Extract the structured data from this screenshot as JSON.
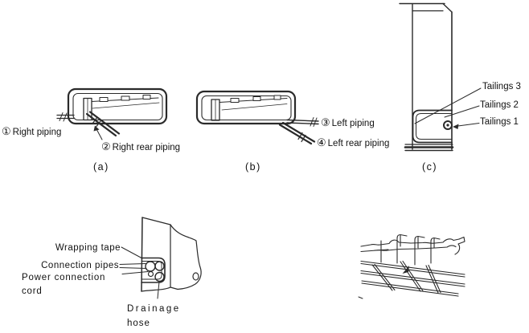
{
  "page": {
    "background": "#ffffff",
    "line_color": "#2a2a2a",
    "text_color": "#111111"
  },
  "figure_a": {
    "caption": "(a)",
    "piping_label": {
      "num": "①",
      "text": "Right piping"
    },
    "rear_piping_label": {
      "num": "②",
      "text": "Right rear piping"
    }
  },
  "figure_b": {
    "caption": "(b)",
    "piping_label": {
      "num": "③",
      "text": "Left piping"
    },
    "rear_piping_label": {
      "num": "④",
      "text": "Left rear piping"
    }
  },
  "figure_c": {
    "caption": "(c)",
    "tailings_labels": [
      {
        "text": "Tailings 3"
      },
      {
        "text": "Tailings 2"
      },
      {
        "text": "Tailings 1"
      }
    ]
  },
  "outlet_detail": {
    "wrapping_tape_label": "Wrapping tape",
    "connection_pipes_label": "Connection pipes",
    "power_connection_label_line1": "Power connection",
    "power_connection_label_line2": "cord",
    "drainage_label_line1": "Drainage",
    "drainage_label_line2": "hose"
  }
}
